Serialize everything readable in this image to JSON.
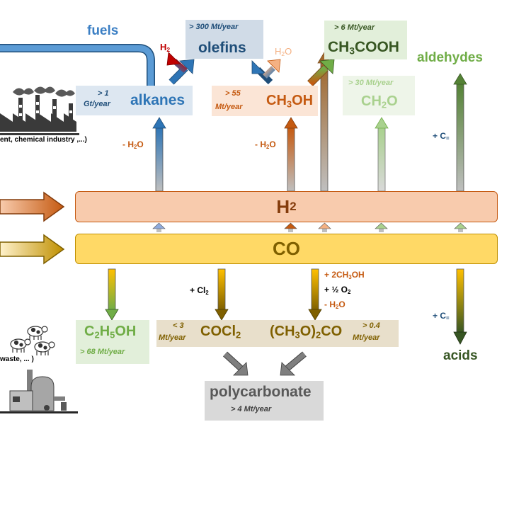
{
  "colors": {
    "blue": "#3b7fc4",
    "dark_blue": "#1f4e79",
    "orange": "#c55a11",
    "light_orange": "#f4b183",
    "salmon": "#f8cbad",
    "gold": "#ffd966",
    "olive": "#7f6000",
    "green": "#70ad47",
    "light_green": "#a9d18e",
    "dark_green": "#385723",
    "gray": "#7f7f7f",
    "red": "#c00000"
  },
  "fuels": "fuels",
  "industry_caption": "ent,  chemical industry ,...)",
  "waste_caption": "waste, ... )",
  "h2_band": "H",
  "h2_band_sub": "2",
  "co_band": "CO",
  "alkanes": {
    "label": "alkanes",
    "amount_line1": "> 1",
    "amount_line2": "Gt/year"
  },
  "olefins": {
    "label": "olefins",
    "amount": "> 300 Mt/year"
  },
  "methanol": {
    "label_pre": "CH",
    "label_sub": "3",
    "label_post": "OH",
    "amount_line1": "> 55",
    "amount_line2": "Mt/year"
  },
  "acetic_acid": {
    "label_pre": "CH",
    "label_sub": "3",
    "label_post": "COOH",
    "amount": "> 6 Mt/year"
  },
  "formaldehyde": {
    "label_pre": "CH",
    "label_sub": "2",
    "label_post": "O",
    "amount": "> 30 Mt/year"
  },
  "aldehydes": "aldehydes",
  "acids": "acids",
  "ethanol": {
    "p1": "C",
    "s1": "2",
    "p2": "H",
    "s2": "5",
    "p3": "OH",
    "amount": "> 68 Mt/year"
  },
  "phosgene": {
    "label_pre": "COCl",
    "label_sub": "2",
    "amount_line1": "< 3",
    "amount_line2": "Mt/year"
  },
  "dmc": {
    "label_pre": "(CH",
    "label_sub1": "3",
    "label_mid": "O)",
    "label_sub2": "2",
    "label_post": "CO",
    "amount_line1": "> 0.4",
    "amount_line2": "Mt/year"
  },
  "polycarbonate": {
    "label": "polycarbonate",
    "amount": "> 4 Mt/year"
  },
  "h2_byproduct": {
    "pre": "H",
    "sub": "2"
  },
  "h2o_byproduct": {
    "pre": "H",
    "sub": "2",
    "post": "O"
  },
  "minus_h2o_1": {
    "pre": "- H",
    "sub": "2",
    "post": "O"
  },
  "minus_h2o_2": {
    "pre": "- H",
    "sub": "2",
    "post": "O"
  },
  "plus_c_1": {
    "pre": "+ C",
    "sub": "="
  },
  "plus_c_2": {
    "pre": "+ C",
    "sub": "="
  },
  "plus_cl2": {
    "pre": "+ Cl",
    "sub": "2"
  },
  "plus_2ch3oh": {
    "pre": "+ 2CH",
    "sub": "3",
    "post": "OH"
  },
  "plus_half_o2": {
    "pre": "+ ½ O",
    "sub": "2"
  },
  "minus_h2o_3": {
    "pre": "- H",
    "sub": "2",
    "post": "O"
  }
}
